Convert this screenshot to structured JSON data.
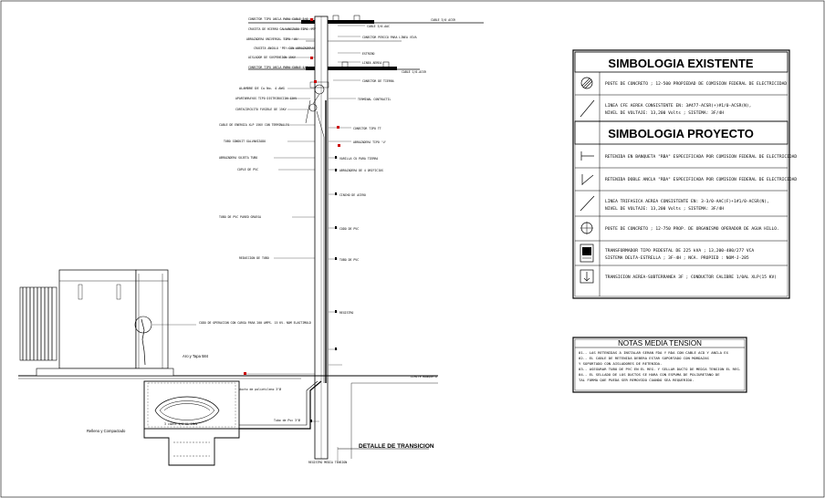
{
  "legend_existing": {
    "title": "SIMBOLOGIA EXISTENTE",
    "rows": [
      {
        "icon": "hatched-circle-icon",
        "text": "POSTE DE CONCRETO ; 12-500 PROPIEDAD DE COMISION FEDERAL DE ELECTRICIDAD"
      },
      {
        "icon": "diagonal-line-icon",
        "text": "LINEA CFE AEREA CONSISTENTE EN: 3#477-ACSR(+)#1/0-ACSR(N),",
        "text2": "NIVEL DE VOLTAJE: 13,200 Volts ; SISTEMA: 3F/4H"
      }
    ]
  },
  "legend_project": {
    "title": "SIMBOLOGIA PROYECTO",
    "rows": [
      {
        "icon": "tee-anchor-icon",
        "text": "RETENIDA EN BANQUETA \"RBA\" ESPECIFICADA POR COMISION FEDERAL DE ELECTRICIDAD"
      },
      {
        "icon": "double-anchor-icon",
        "text": "RETENIDA DOBLE ANCLA \"RDA\" ESPECIFICADA POR COMISION FEDERAL DE ELECTRICIDAD"
      },
      {
        "icon": "diagonal-line-icon",
        "text": "LINEA TRIFASICA AEREA CONSISTENTE EN: 3-3/0-AAC(F)+1#1/0-ACSR(N),",
        "text2": "NIVEL DE VOLTAJE: 13,200 Volts ; SISTEMA: 3F/4H"
      },
      {
        "icon": "crosshair-circle-icon",
        "text": "POSTE DE CONCRETO ; 12-750 PROP. DE ORGANISMO OPERADOR DE AGUA HILLO."
      },
      {
        "icon": "transformer-icon",
        "text": "TRANSFORMADOR TIPO PEDESTAL DE 225 kVA ; 13,200-480/277 VCA",
        "text2": "SISTEMA DELTA-ESTRELLA ; 3F-4H ; NCA. PROPIED : NOM-J-285"
      },
      {
        "icon": "transition-arrow-icon",
        "text": "TRANSICION AEREA-SUBTERRANEA 3F ; CONDUCTOR CALIBRE 1/0AL XLP(15 KV)"
      }
    ]
  },
  "notes": {
    "title": "NOTAS MEDIA TENSION",
    "lines": [
      "01.- LAS RETENIDAS A INSTALAR SERAN FDA Y RDA CON CABLE ACD Y ANCLA EX",
      "02.- EL CABLE DE RETENIDA DEBERA ESTAR SOPORTADO CON MORDAZAS",
      "Y SOPORTADO CON AISLADORES DE RETENIDA.",
      "03.- ASEGURAR TUBO DE PVC EN EL REG. Y SELLAR DUCTO DE MEDIA TENSION EL REG.",
      "04.- EL SELLADO DE LOS DUCTOS SE HARA CON ESPUMA DE POLIURETANO DE",
      "TAL FORMA QUE PUEDA SER REMOVIDO CUANDO SEA REQUERIDO."
    ]
  },
  "diagram": {
    "title": "DETALLE DE TRANSICION",
    "left_labels": [
      "CONECTOR TIPO ANCLA PARA CABLE 3/0",
      "CRUCETA DE HIERRO GALVANIZADO TIPO 'PT'",
      "ABRAZADERA UNIVERSAL TIPO 'UA'",
      "CRUCETA ANGULO 'PT' CON ABRAZADERAS",
      "AISLADOR DE SUSPENSION 15KV",
      "CONECTOR TIPO ANCLA PARA CABLE 1/0",
      "ALAMBRE DE Cu No. 4 AWG",
      "APARTARRAYOS TIPO DISTRIBUCION 12KV",
      "CORTACIRCUITO FUSIBLE DE 15KV",
      "CABLE DE ENERGIA XLP 15KV CON TERMINALES",
      "TUBO CONDUIT GALVANIZADO",
      "ABRAZADERA SUJETA TUBO",
      "COPLE DE PVC",
      "TUBO DE PVC PARED GRUESA",
      "REDUCCION DE TUBO"
    ],
    "right_labels": [
      "CABLE 3/0-AAC",
      "CONECTOR PERICO PARA LINEA VIVA",
      "ESTRIBO",
      "LINEA AEREA",
      "CABLE 1/0-ACSR",
      "CONECTOR DE TIERRA",
      "TERMINAL CONTRACTIL",
      "CONECTOR TIPO TT",
      "ABRAZADERA TIPO 'U'",
      "VARILLA CU PARA TIERRA",
      "ABRAZADERA DE 4 ORIFICIOS",
      "CINCHO DE ACERO",
      "CODO DE PVC",
      "TUBO DE PVC",
      "REGISTRO"
    ],
    "transformer_label": "CODO DE OPERACION CON CARGA PARA 200 AMPS. 15 KV. NOM ELASTIMOLD",
    "aro_label": "Aro y Tapa 584",
    "ducto_label": "ducto de polietileno 3\"Ø",
    "relleno_label": "Relleno y Compactado",
    "cable_label": "3 cable 1/0 AL 15KV",
    "tierra_label": "Tubo de Pvc 3\"Ø",
    "banqueta_label": "LIMITE BANQUETA",
    "bottom_label": "REGISTRO MEDIA TENSION",
    "top_right_label": "CABLE 3/0 ACSR"
  }
}
